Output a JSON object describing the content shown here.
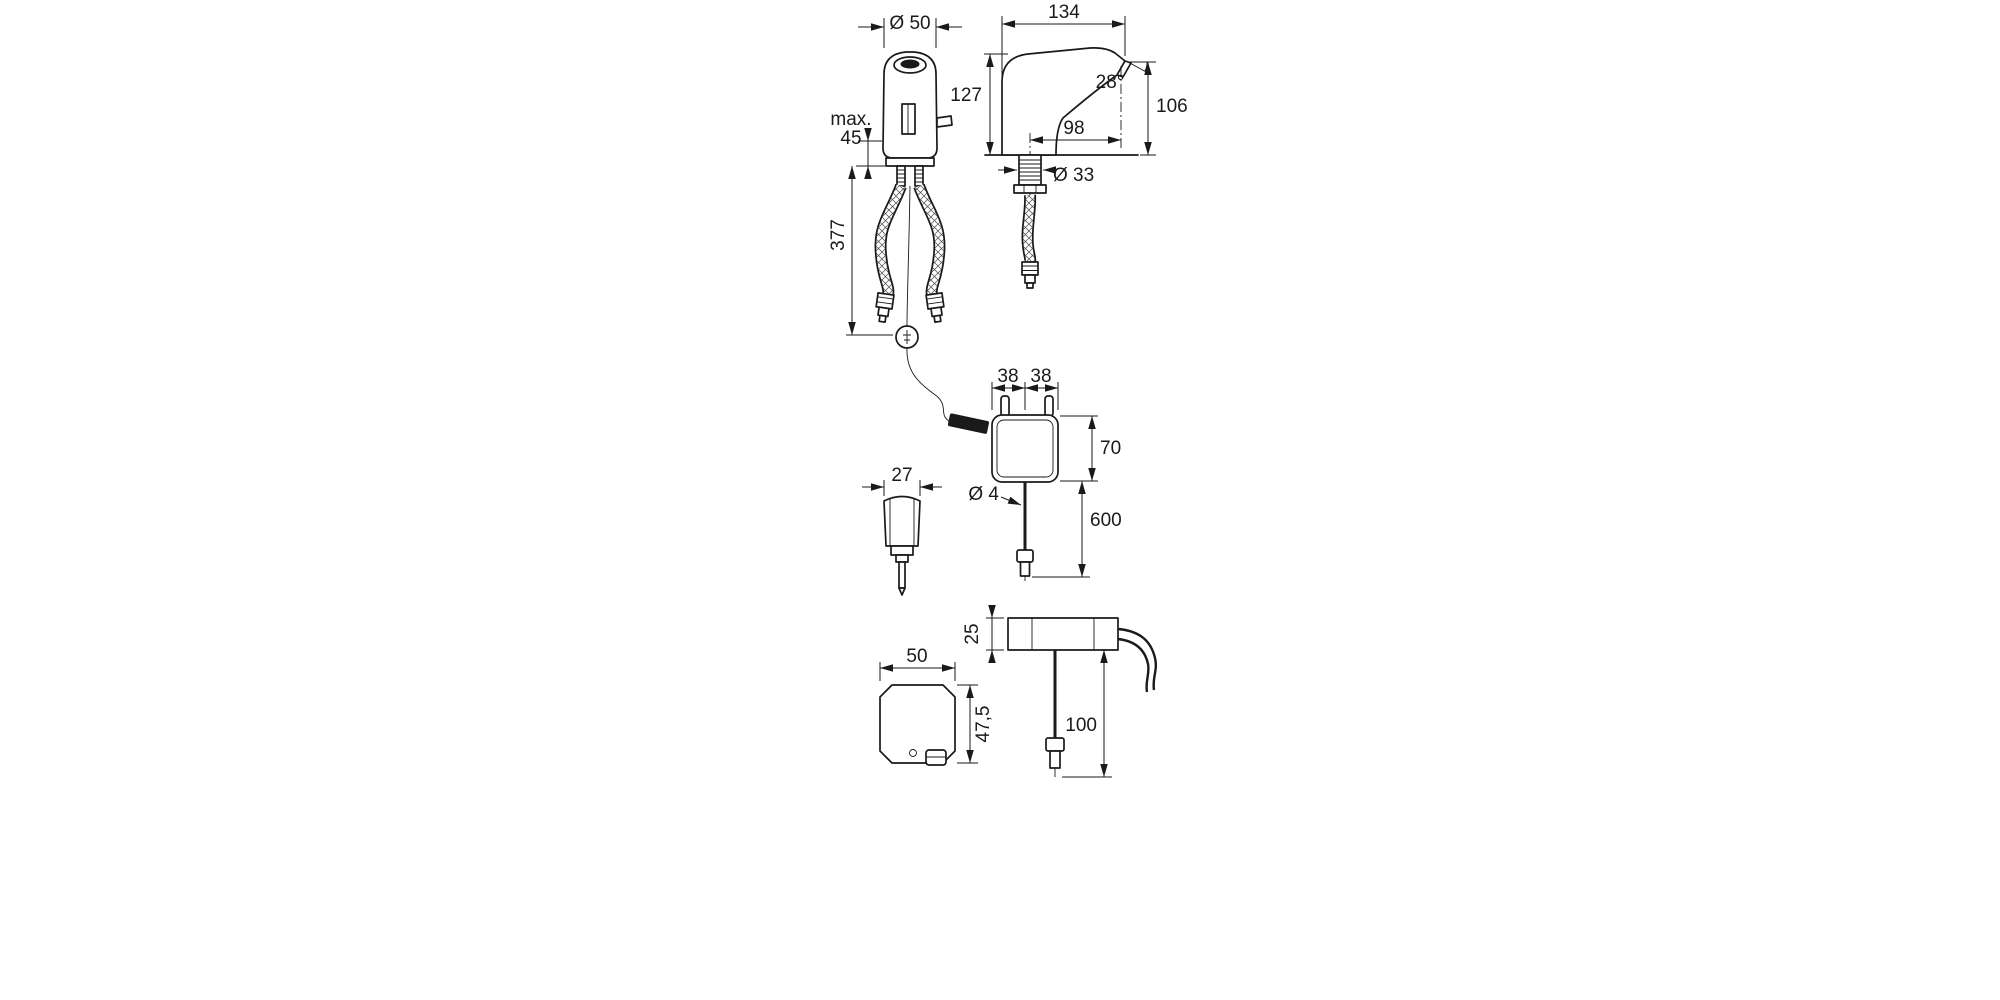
{
  "page": {
    "background": "#ffffff",
    "line_color": "#1a1a1a"
  },
  "drawing": {
    "faucet_front": {
      "top_diameter": "Ø 50",
      "clamp_max_label": "max.",
      "clamp_max_value": "45",
      "hose_length": "377"
    },
    "faucet_side": {
      "depth": "134",
      "height": "127",
      "outlet_angle": "28°",
      "outlet_height": "106",
      "reach": "98",
      "shank_diameter": "Ø 33"
    },
    "power_supply": {
      "width_left": "38",
      "width_right": "38",
      "height": "70",
      "cable_diameter": "Ø 4",
      "cable_length": "600"
    },
    "battery_plug": {
      "width": "27"
    },
    "control_box": {
      "height": "25",
      "cable_length": "100"
    },
    "control_box_top": {
      "width": "50",
      "depth": "47,5"
    }
  }
}
